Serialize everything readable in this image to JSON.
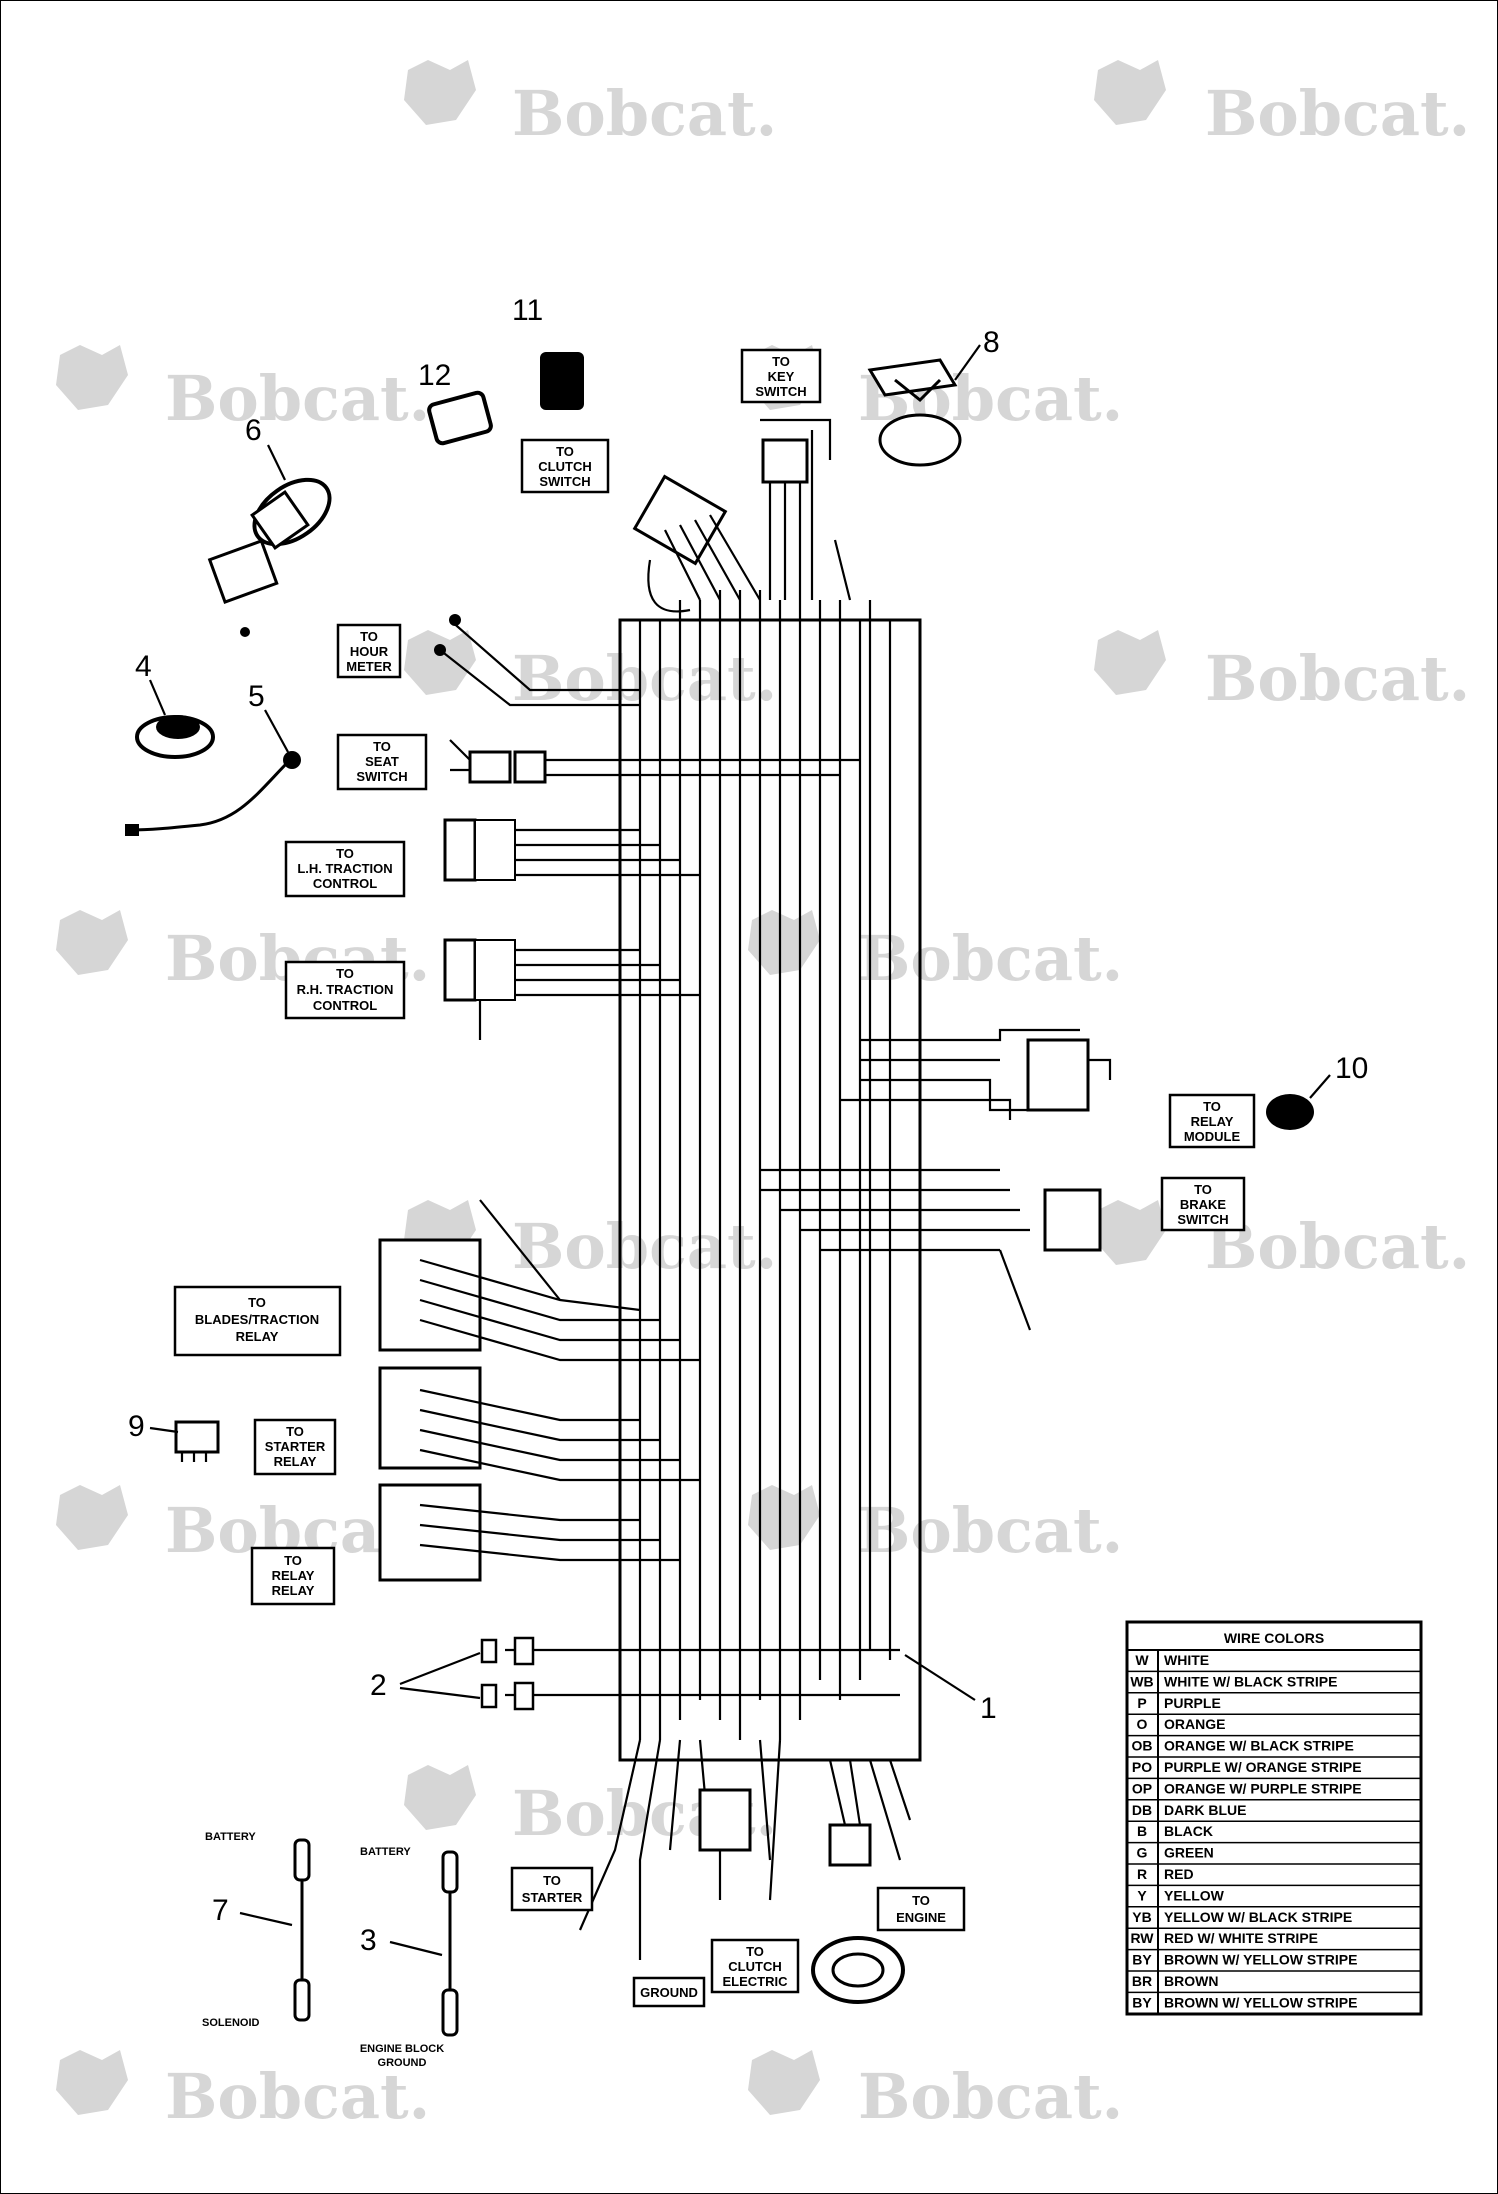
{
  "watermark": "Bobcat.",
  "callouts": [
    "1",
    "2",
    "3",
    "4",
    "5",
    "6",
    "7",
    "8",
    "9",
    "10",
    "11",
    "12"
  ],
  "labels": {
    "key_switch": [
      "TO",
      "KEY",
      "SWITCH"
    ],
    "clutch_switch": [
      "TO",
      "CLUTCH",
      "SWITCH"
    ],
    "hour_meter": [
      "TO",
      "HOUR",
      "METER"
    ],
    "seat_switch": [
      "TO",
      "SEAT",
      "SWITCH"
    ],
    "lh_traction": [
      "TO",
      "L.H. TRACTION",
      "CONTROL"
    ],
    "rh_traction": [
      "TO",
      "R.H. TRACTION",
      "CONTROL"
    ],
    "relay_module": [
      "TO",
      "RELAY",
      "MODULE"
    ],
    "brake_switch": [
      "TO",
      "BRAKE",
      "SWITCH"
    ],
    "blades_relay": [
      "TO",
      "BLADES/TRACTION",
      "RELAY"
    ],
    "starter_relay": [
      "TO",
      "STARTER",
      "RELAY"
    ],
    "relay2": [
      "TO",
      "RELAY",
      "RELAY"
    ],
    "starter": [
      "TO",
      "STARTER"
    ],
    "engine": [
      "TO",
      "ENGINE"
    ],
    "clutch_electric": [
      "TO",
      "CLUTCH",
      "ELECTRIC"
    ],
    "ground": [
      "GROUND"
    ],
    "battery_a": "BATTERY",
    "battery_b": "BATTERY",
    "solenoid": "SOLENOID",
    "engine_block": [
      "ENGINE BLOCK",
      "GROUND"
    ]
  },
  "legend": {
    "title": "WIRE COLORS",
    "rows": [
      {
        "code": "W",
        "name": "WHITE"
      },
      {
        "code": "WB",
        "name": "WHITE W/ BLACK STRIPE"
      },
      {
        "code": "P",
        "name": "PURPLE"
      },
      {
        "code": "O",
        "name": "ORANGE"
      },
      {
        "code": "OB",
        "name": "ORANGE W/ BLACK STRIPE"
      },
      {
        "code": "PO",
        "name": "PURPLE W/ ORANGE STRIPE"
      },
      {
        "code": "OP",
        "name": "ORANGE W/ PURPLE STRIPE"
      },
      {
        "code": "DB",
        "name": "DARK BLUE"
      },
      {
        "code": "B",
        "name": "BLACK"
      },
      {
        "code": "G",
        "name": "GREEN"
      },
      {
        "code": "R",
        "name": "RED"
      },
      {
        "code": "Y",
        "name": "YELLOW"
      },
      {
        "code": "YB",
        "name": "YELLOW W/ BLACK STRIPE"
      },
      {
        "code": "RW",
        "name": "RED W/ WHITE STRIPE"
      },
      {
        "code": "BY",
        "name": "BROWN W/ YELLOW STRIPE"
      },
      {
        "code": "BR",
        "name": "BROWN"
      },
      {
        "code": "BY",
        "name": "BROWN W/ YELLOW STRIPE"
      }
    ]
  }
}
